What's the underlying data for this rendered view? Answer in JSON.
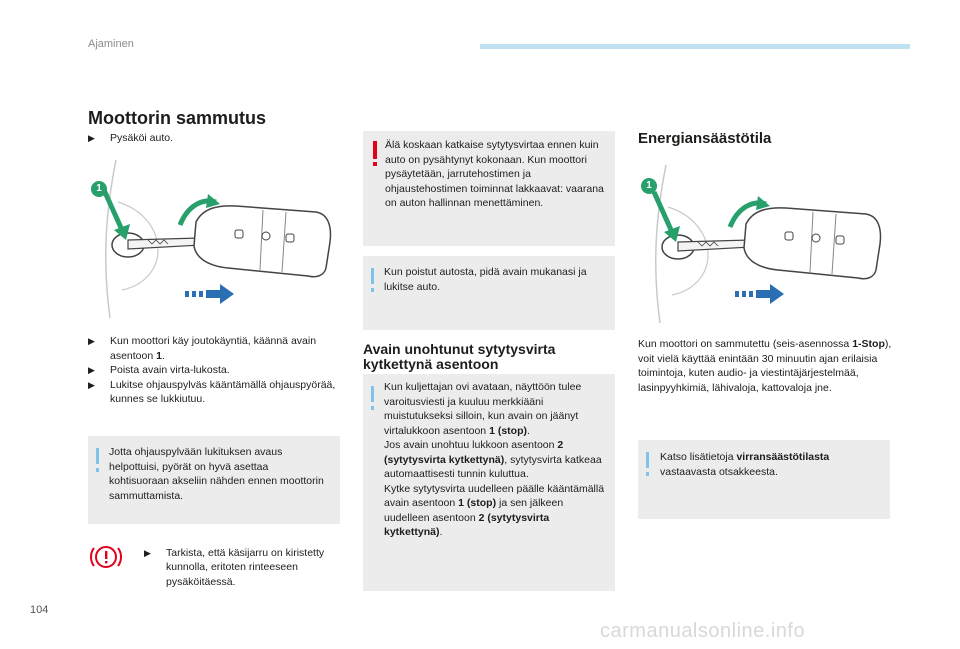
{
  "header": {
    "section": "Ajaminen",
    "page_number": "104"
  },
  "watermark": "carmanualsonline.info",
  "col1": {
    "title": "Moottorin sammutus",
    "bullet_park": "Pysäköi auto.",
    "steps": [
      {
        "pre": "Kun moottori käy joutokäyntiä, käännä avain asentoon ",
        "bold": "1",
        "post": "."
      },
      {
        "pre": "Poista avain virta-lukosta.",
        "bold": "",
        "post": ""
      },
      {
        "pre": "Lukitse ohjauspylväs kääntämällä ohjauspyörää, kunnes se lukkiutuu.",
        "bold": "",
        "post": ""
      }
    ],
    "info_note": "Jotta ohjauspylvään lukituksen avaus helpottuisi, pyörät on hyvä asettaa kohtisuoraan akseliin nähden ennen moottorin sammuttamista.",
    "brake_check": "Tarkista, että käsijarru on kiristetty kunnolla, eritoten rinteeseen pysäköitäessä.",
    "illustration_label": "1"
  },
  "col2": {
    "warning": "Älä koskaan katkaise sytytysvirtaa ennen kuin auto on pysähtynyt kokonaan. Kun moottori pysäytetään, jarrutehostimen ja ohjaustehostimen toiminnat lakkaavat: vaarana on auton hallinnan menettäminen.",
    "info_keep_key": "Kun poistut autosta, pidä avain mukanasi ja lukitse auto.",
    "forgot_title_1": "Avain unohtunut sytytysvirta",
    "forgot_title_2": "kytkettynä asentoon",
    "forgot_lines": [
      "Kun kuljettajan ovi avataan, näyttöön tulee varoitusviesti ja kuuluu merkkiääni muistutukseksi silloin, kun avain on jäänyt virtalukkoon asentoon ",
      "1 (stop)",
      ".",
      "Jos avain unohtuu lukkoon asentoon ",
      "2 (sytytysvirta kytkettynä)",
      ", sytytysvirta katkeaa automaattisesti tunnin kuluttua.",
      "Kytke sytytysvirta uudelleen päälle kääntämällä avain asentoon ",
      "1 (stop)",
      " ja sen jälkeen uudelleen asentoon ",
      "2 (sytytysvirta kytkettynä)",
      "."
    ]
  },
  "col3": {
    "title": "Energiansäästötila",
    "illustration_label": "1",
    "desc_pre": "Kun moottori on sammutettu (seis-asennossa ",
    "desc_bold": "1-Stop",
    "desc_post": "), voit vielä käyttää enintään 30 minuutin ajan erilaisia toimintoja, kuten audio- ja viestintäjärjestelmää, lasinpyyhkimiä, lähivaloja, kattovaloja jne.",
    "see_pre": "Katso lisätietoja ",
    "see_bold": "virransäästötilasta",
    "see_post": " vastaavasta otsakkeesta."
  },
  "colors": {
    "accent_blue": "#7ec3ea",
    "warning_red": "#e2001a",
    "box_gray": "#ececec",
    "arrow_green": "#27a06b",
    "arrow_blue": "#2a6fb3"
  }
}
